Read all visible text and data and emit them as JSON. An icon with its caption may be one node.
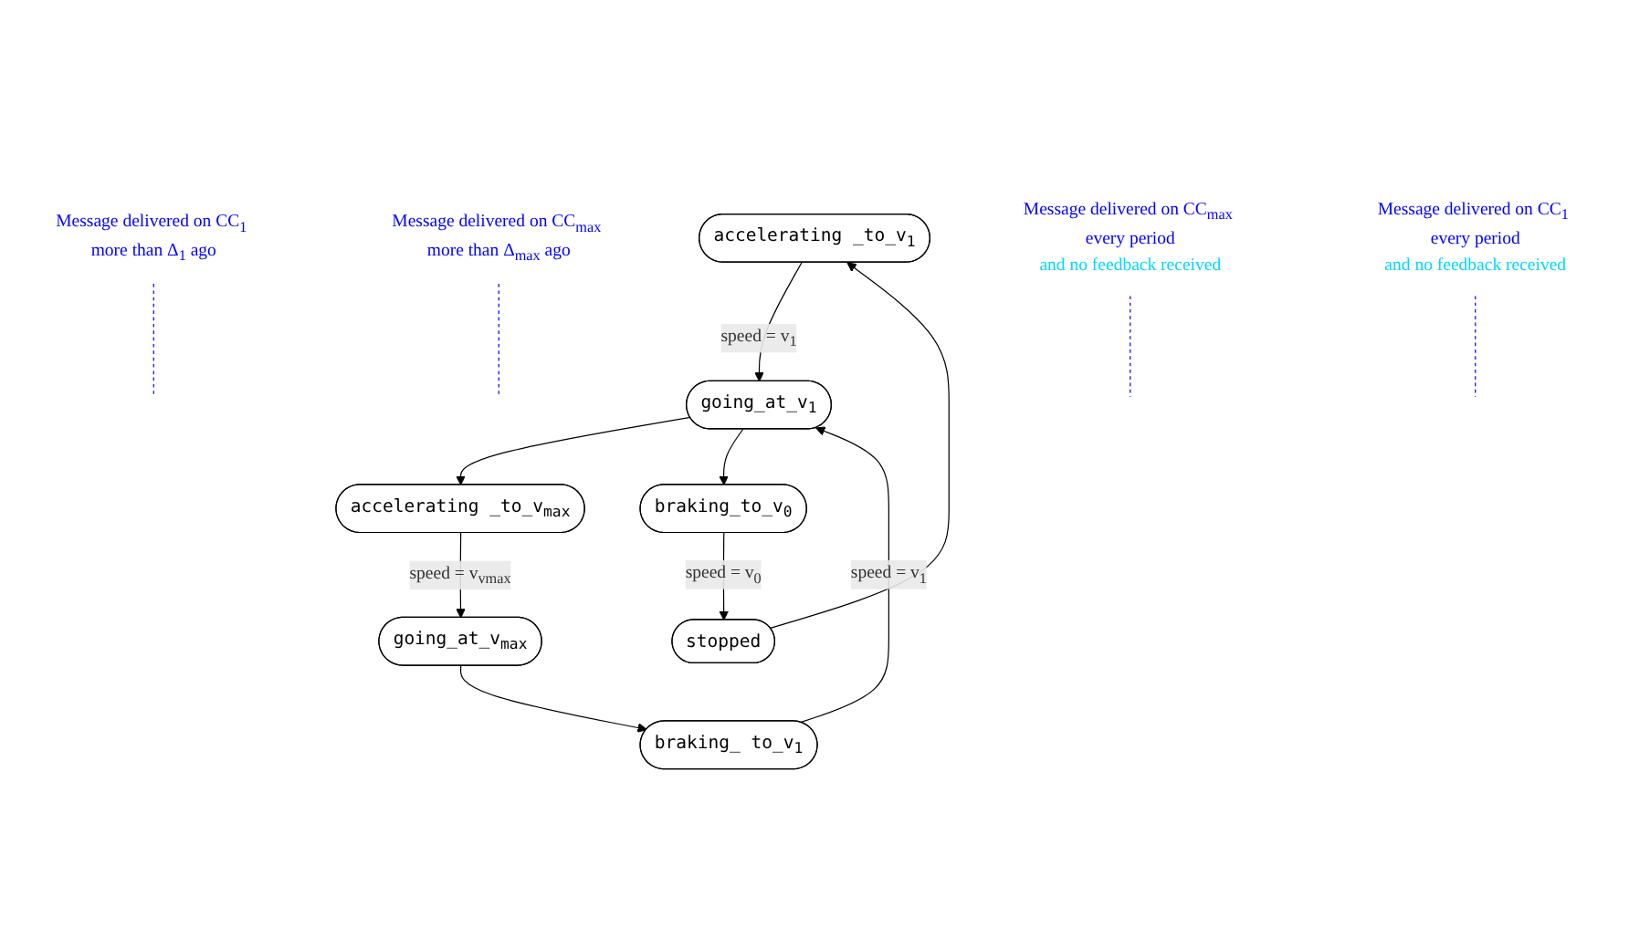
{
  "diagram": {
    "nodes": [
      {
        "text": [
          "Message delivered on CC$_{max}$ more than Δ$_{max}$ ago"
        ]
      },
      {
        "text": [
          "Message delivered on CC$_{1}$ more than Δ$_{1}$ ago"
        ]
      },
      {
        "text": [
          "accelerating _to_v$_{1}$"
        ]
      },
      {
        "text": [
          "accelerating _to_v$_{max}$"
        ]
      },
      {
        "text": [
          "stopped"
        ]
      },
      {
        "text": [
          "going_at_v$_{1}$"
        ]
      },
      {
        "text": [
          "going_at_v$_{max}$"
        ]
      },
      {
        "text": [
          "Message delivered on CC$_{max}$ every period",
          "and no feedback received"
        ]
      },
      {
        "text": [
          "braking_to_v$_{0}$"
        ]
      },
      {
        "text": [
          "braking_ to_v$_{1}$"
        ]
      },
      {
        "text": [
          "Message delivered on CC$_{1}$ every period",
          "and no feedback received"
        ]
      }
    ],
    "edges": [
      {
        "from": 4,
        "to": 2,
        "arrow": "to"
      },
      {
        "from": 2,
        "to": 5,
        "arrow": "to",
        "label": "speed = v$_{1}$"
      },
      {
        "from": 5,
        "to": 3,
        "arrow": "to"
      },
      {
        "from": 3,
        "to": 6,
        "arrow": "to",
        "label": "speed = v$_{vmax}$"
      },
      {
        "from": 6,
        "to": 9,
        "arrow": "to"
      },
      {
        "from": 9,
        "to": 5,
        "arrow": "to",
        "label": "speed = v$_{1}$"
      },
      {
        "from": 5,
        "to": 8,
        "arrow": "to"
      },
      {
        "from": 8,
        "to": 4,
        "arrow": "to",
        "label": "speed = v$_{0}$"
      },
      {
        "from": 1,
        "to": null,
        "arrow": "none",
        "style": "dashed",
        "color": "#0000ff"
      },
      {
        "from": 0,
        "to": null,
        "arrow": "none",
        "style": "dashed",
        "color": "#0000ff"
      },
      {
        "from": 7,
        "to": null,
        "arrow": "none",
        "style": "dashed",
        "color": "#0000ff"
      },
      {
        "from": 10,
        "to": null,
        "arrow": "none",
        "style": "dashed",
        "color": "#0000ff"
      }
    ]
  }
}
